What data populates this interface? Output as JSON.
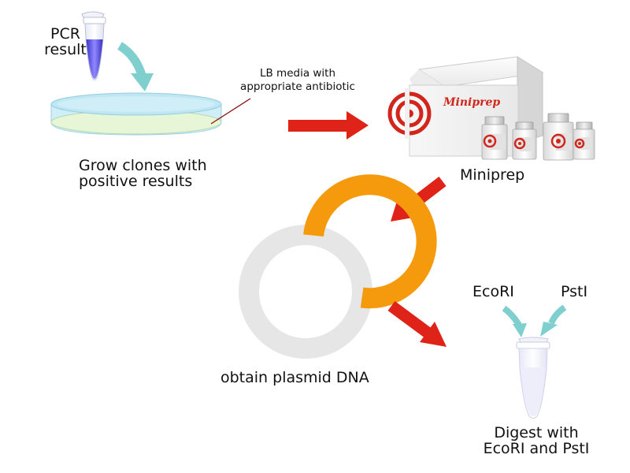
{
  "labels": {
    "pcr_line1": "PCR",
    "pcr_line2": "result",
    "lb_line1": "LB media with",
    "lb_line2": "appropriate antibiotic",
    "grow_line1": "Grow clones with",
    "grow_line2": "positive results",
    "miniprep_box": "Miniprep",
    "miniprep_caption": "Miniprep",
    "plasmid_caption": "obtain plasmid DNA",
    "ecori": "EcoRI",
    "psti": "PstI",
    "digest_line1": "Digest with",
    "digest_line2": "EcoRI and PstI"
  },
  "colors": {
    "flow_arrow": "#e02318",
    "curve_arrow": "#7fcfcf",
    "plasmid_orange": "#f59a0c",
    "plasmid_gray": "#e6e6e6",
    "tube_liquid": "#5a52d6",
    "petri_blue": "#bfe6f3",
    "target_red": "#d2261c"
  },
  "icons": {
    "pcr_tube": "microcentrifuge-tube-icon",
    "petri_dish": "petri-dish-icon",
    "miniprep_kit": "kit-box-icon",
    "plasmid": "plasmid-ring-icon",
    "digest_tube": "microcentrifuge-tube-icon"
  }
}
